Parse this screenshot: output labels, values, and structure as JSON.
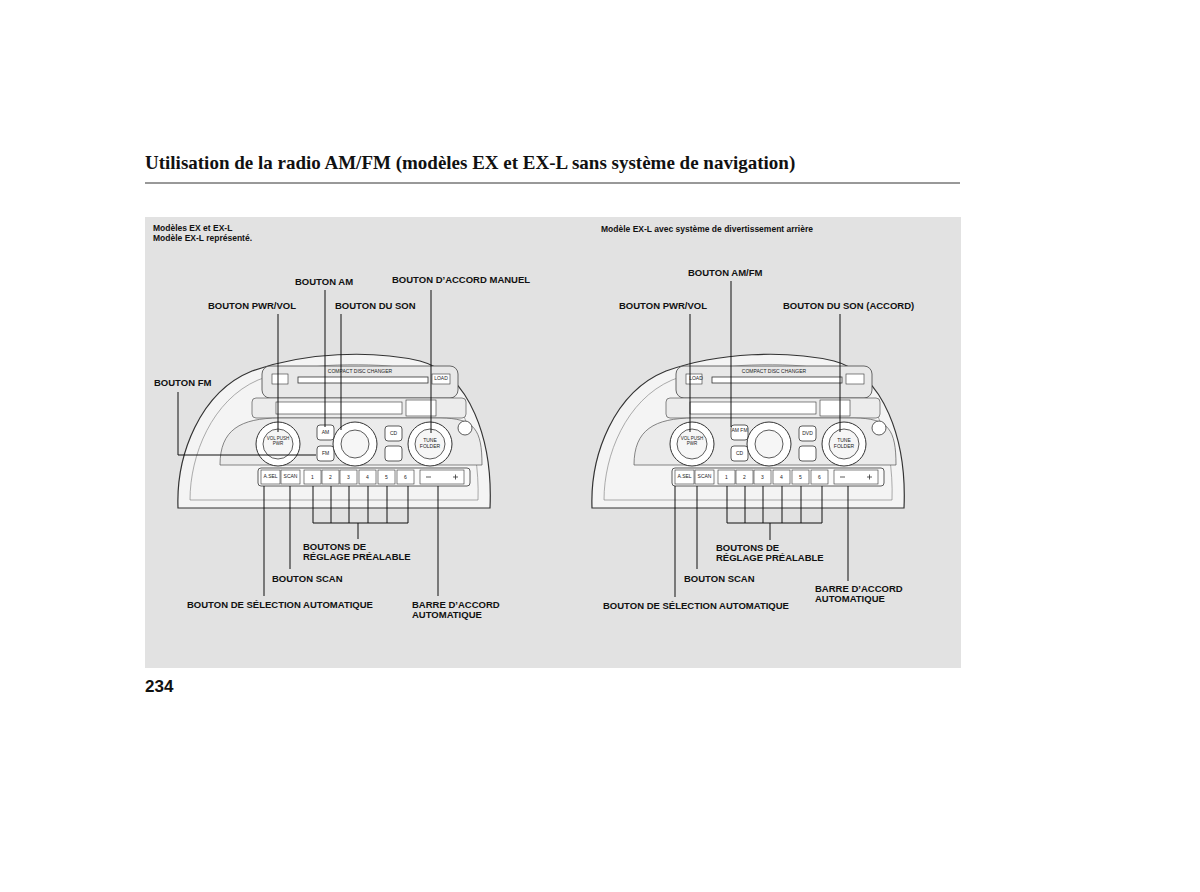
{
  "diagram": {
    "title": "Utilisation de la radio AM/FM (modèles EX et EX-L sans système de navigation)",
    "labels": [
      "Modèles EX et EX-L",
      "Modèle EX-L représenté.",
      "BOUTON AM",
      "BOUTON D’ACCORD MANUEL",
      "BOUTON PWR/VOL",
      "BOUTON DU SON",
      "BOUTON FM",
      "BOUTONS DE RÉGLAGE PRÉALABLE",
      "BOUTON SCAN",
      "BOUTON DE SÉLECTION AUTOMATIQUE",
      "BARRE D’ACCORD AUTOMATIQUE",
      "Modèle EX-L avec système de divertissement arrière",
      "BOUTON AM/FM",
      "BOUTON PWR/VOL",
      "BOUTON DU SON (ACCORD)",
      "BOUTONS DE RÉGLAGE PRÉALABLE",
      "BOUTON SCAN",
      "BOUTON DE SÉLECTION AUTOMATIQUE",
      "BARRE D’ACCORD AUTOMATIQUE",
      "234",
      "COMPACT DISC CHANGER",
      "LOAD",
      "VOL PUSH PWR",
      "AM",
      "FM",
      "CD",
      "TUNE FOLDER",
      "A.SEL",
      "SCAN",
      "1",
      "2",
      "3",
      "4",
      "5",
      "6",
      "COMPACT DISC CHANGER",
      "LOAD",
      "VOL PUSH PWR",
      "AM FM",
      "CD",
      "DVD",
      "TUNE FOLDER",
      "A.SEL",
      "SCAN",
      "1",
      "2",
      "3",
      "4",
      "5",
      "6"
    ]
  }
}
